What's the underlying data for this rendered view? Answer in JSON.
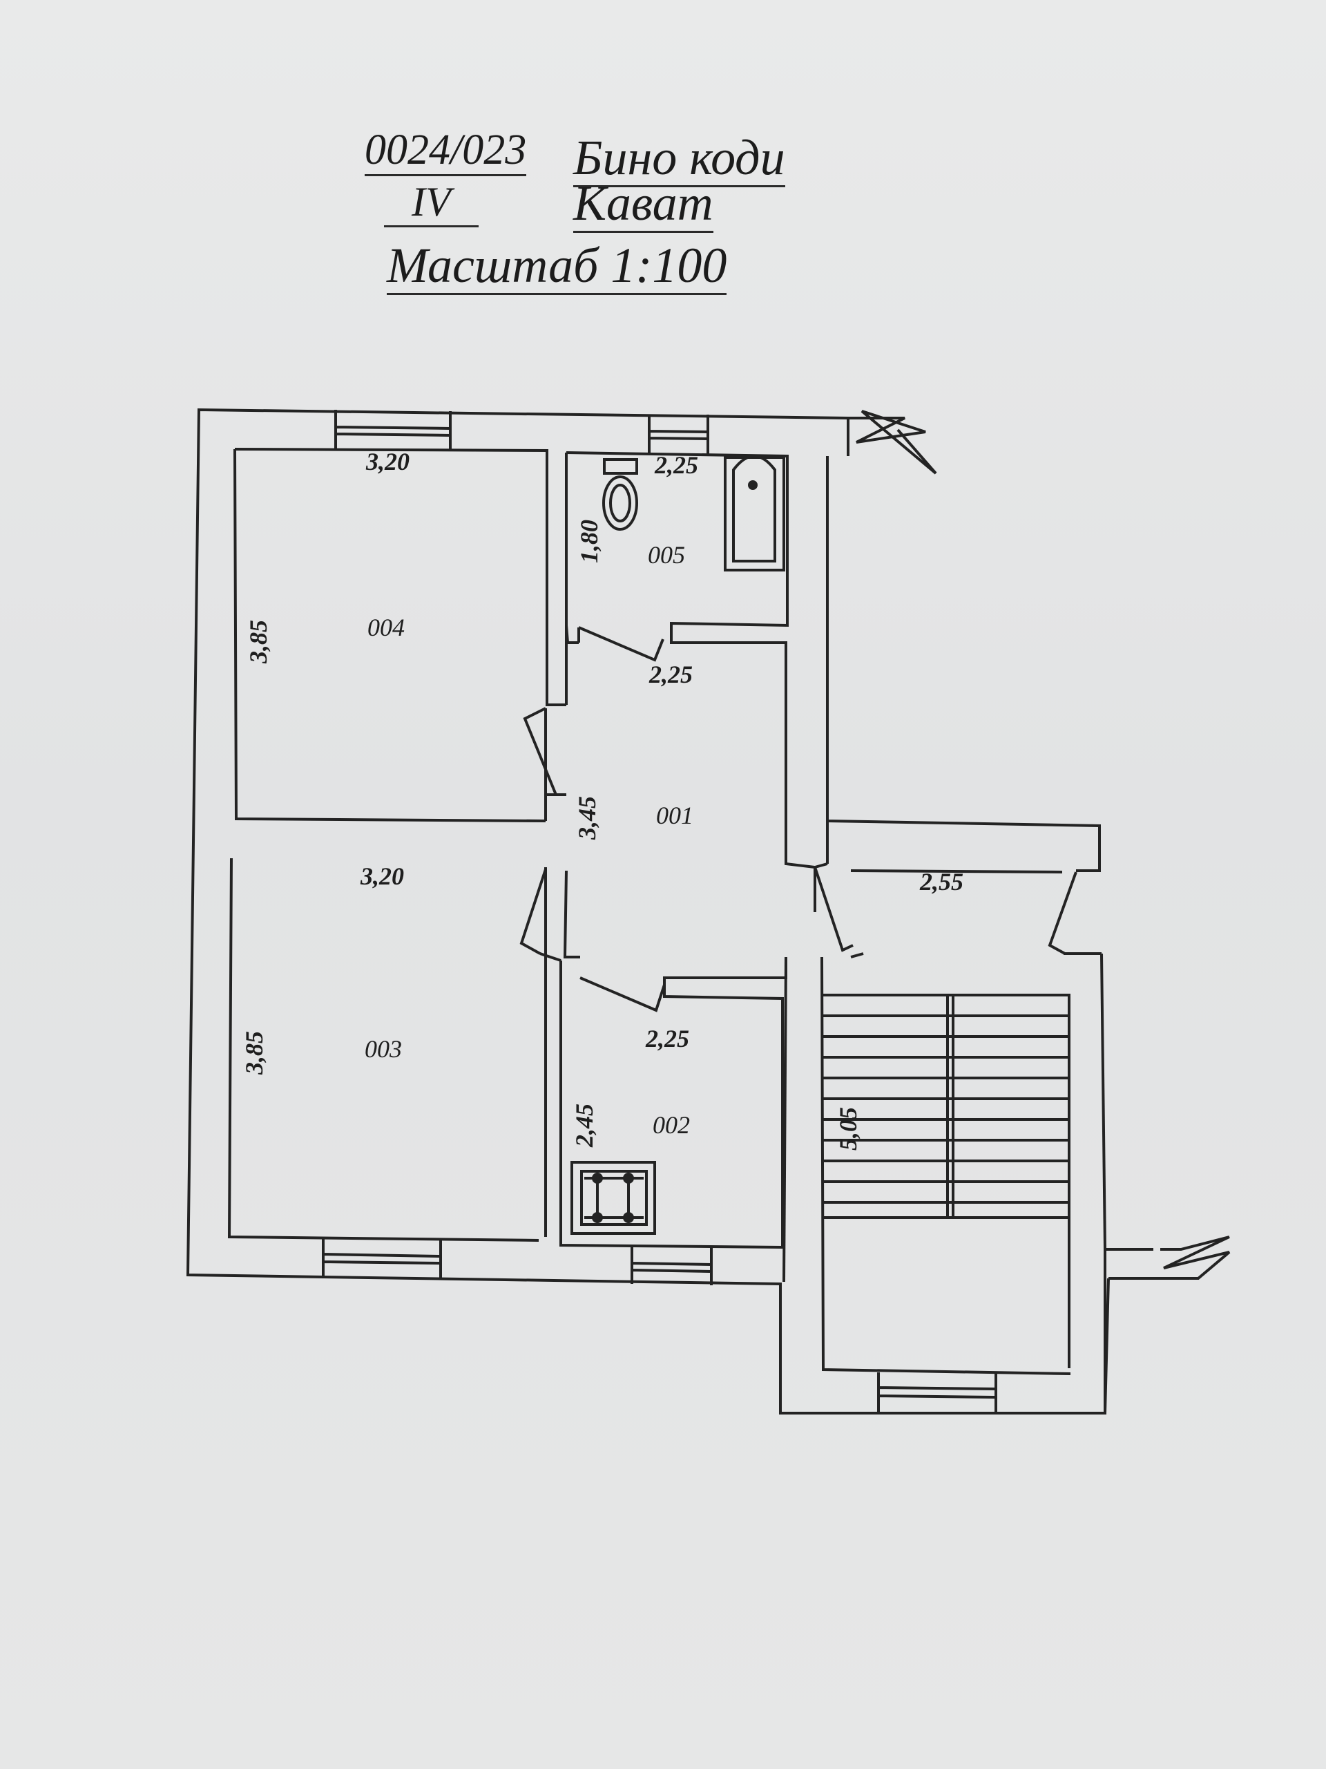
{
  "header": {
    "building_code_value": "0024/023",
    "building_code_label": "Бино коди",
    "floor_value": "IV",
    "floor_label": "Кават",
    "scale_label": "Масштаб 1:100"
  },
  "rooms": [
    {
      "id": "001",
      "label": "001"
    },
    {
      "id": "002",
      "label": "002"
    },
    {
      "id": "003",
      "label": "003"
    },
    {
      "id": "004",
      "label": "004"
    },
    {
      "id": "005",
      "label": "005"
    }
  ],
  "dimensions": {
    "room_004_width": "3,20",
    "room_004_length": "3,85",
    "room_003_width": "3,20",
    "room_003_length": "3,85",
    "room_005_width": "2,25",
    "room_005_length": "1,80",
    "room_001_width": "2,25",
    "room_001_length": "3,45",
    "room_002_width": "2,25",
    "room_002_length": "2,45",
    "stair_width": "2,55",
    "stair_length": "5,05"
  },
  "colors": {
    "paper": "#e4e5e6",
    "ink": "#1e1e1e"
  },
  "icons": [
    "toilet-icon",
    "bathtub-icon",
    "stove-icon",
    "staircase-icon",
    "break-line-icon"
  ]
}
